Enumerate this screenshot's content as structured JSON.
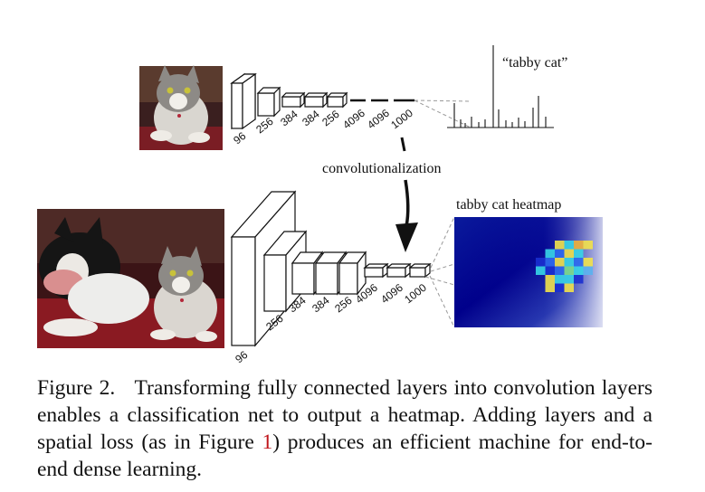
{
  "figure": {
    "top_net": {
      "layer_labels": [
        "96",
        "256",
        "384",
        "384",
        "256",
        "4096",
        "4096",
        "1000"
      ],
      "output_label": "“tabby cat”"
    },
    "arrow_label": "convolutionalization",
    "bottom_net": {
      "layer_labels": [
        "96",
        "256",
        "384",
        "384",
        "256",
        "4096",
        "4096",
        "1000"
      ],
      "heatmap_title": "tabby cat heatmap"
    }
  },
  "caption": {
    "label": "Figure 2.",
    "text_before_ref": "Transforming fully connected layers into convolution layers enables a classification net to output a heatmap. Adding layers and a spatial loss (as in Figure ",
    "ref": "1",
    "text_after_ref": ") produces an efficient machine for end-to-end dense learning."
  },
  "colors": {
    "heatmap_base": "#00008b",
    "reference_link": "#c0161c"
  }
}
